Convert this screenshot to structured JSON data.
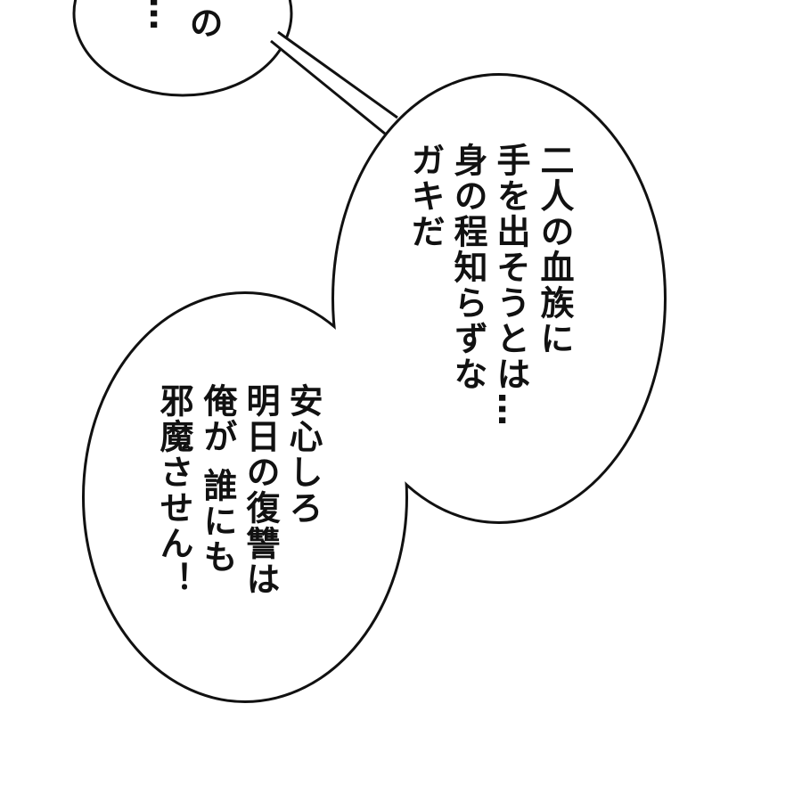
{
  "bubbles": [
    {
      "lines": [
        "…",
        "の"
      ]
    },
    {
      "lines": [
        "二人の血族に",
        "手を出そうとは…",
        "身の程知らずな",
        "ガキだ"
      ]
    },
    {
      "lines": [
        "安心しろ",
        "明日の復讐は",
        "俺が 誰にも",
        "邪魔させん！"
      ]
    }
  ],
  "colors": {
    "ink": "#111111",
    "paper": "#ffffff"
  }
}
